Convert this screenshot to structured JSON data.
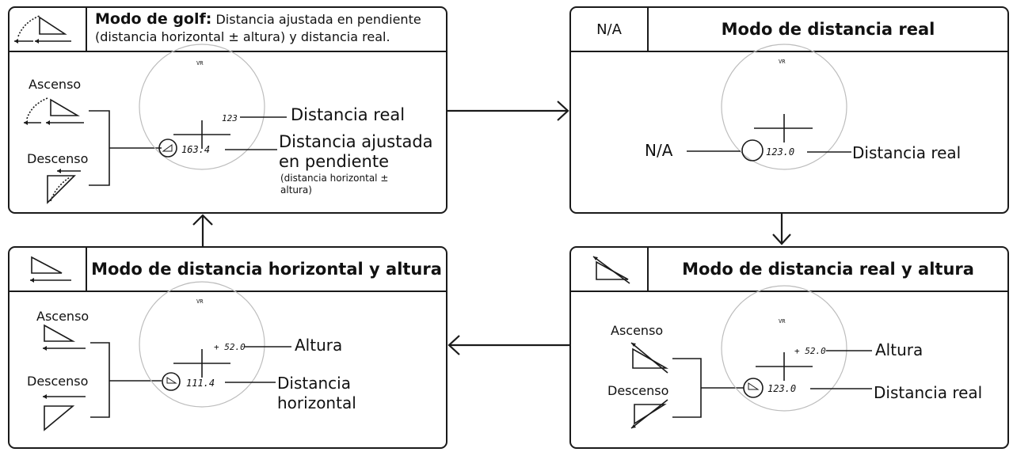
{
  "panels": {
    "golf": {
      "title_bold": "Modo de golf:",
      "title_rest1": " Distancia ajustada en pendiente",
      "title_line2": "(distancia horizontal ± altura) y distancia real.",
      "ascenso": "Ascenso",
      "descenso": "Descenso",
      "display_top": "123",
      "display_main": "163.4",
      "label_top": "Distancia real",
      "label_main_1": "Distancia ajustada",
      "label_main_2": "en pendiente",
      "label_main_3": "(distancia horizontal ±",
      "label_main_4": "altura)"
    },
    "real": {
      "header_icon_text": "N/A",
      "title": "Modo de distancia real",
      "display_main": "123.0",
      "label_left": "N/A",
      "label_main": "Distancia real"
    },
    "horizontal": {
      "title": "Modo de distancia horizontal y altura",
      "ascenso": "Ascenso",
      "descenso": "Descenso",
      "display_top": "+ 52.0",
      "display_main": "111.4",
      "label_top": "Altura",
      "label_main_1": "Distancia",
      "label_main_2": "horizontal"
    },
    "real_altura": {
      "title": "Modo de distancia real y altura",
      "ascenso": "Ascenso",
      "descenso": "Descenso",
      "display_top": "+ 52.0",
      "display_main": "123.0",
      "label_top": "Altura",
      "label_main": "Distancia real"
    }
  },
  "colors": {
    "stroke": "#1a1a1a",
    "circle": "#bdbdbd"
  }
}
